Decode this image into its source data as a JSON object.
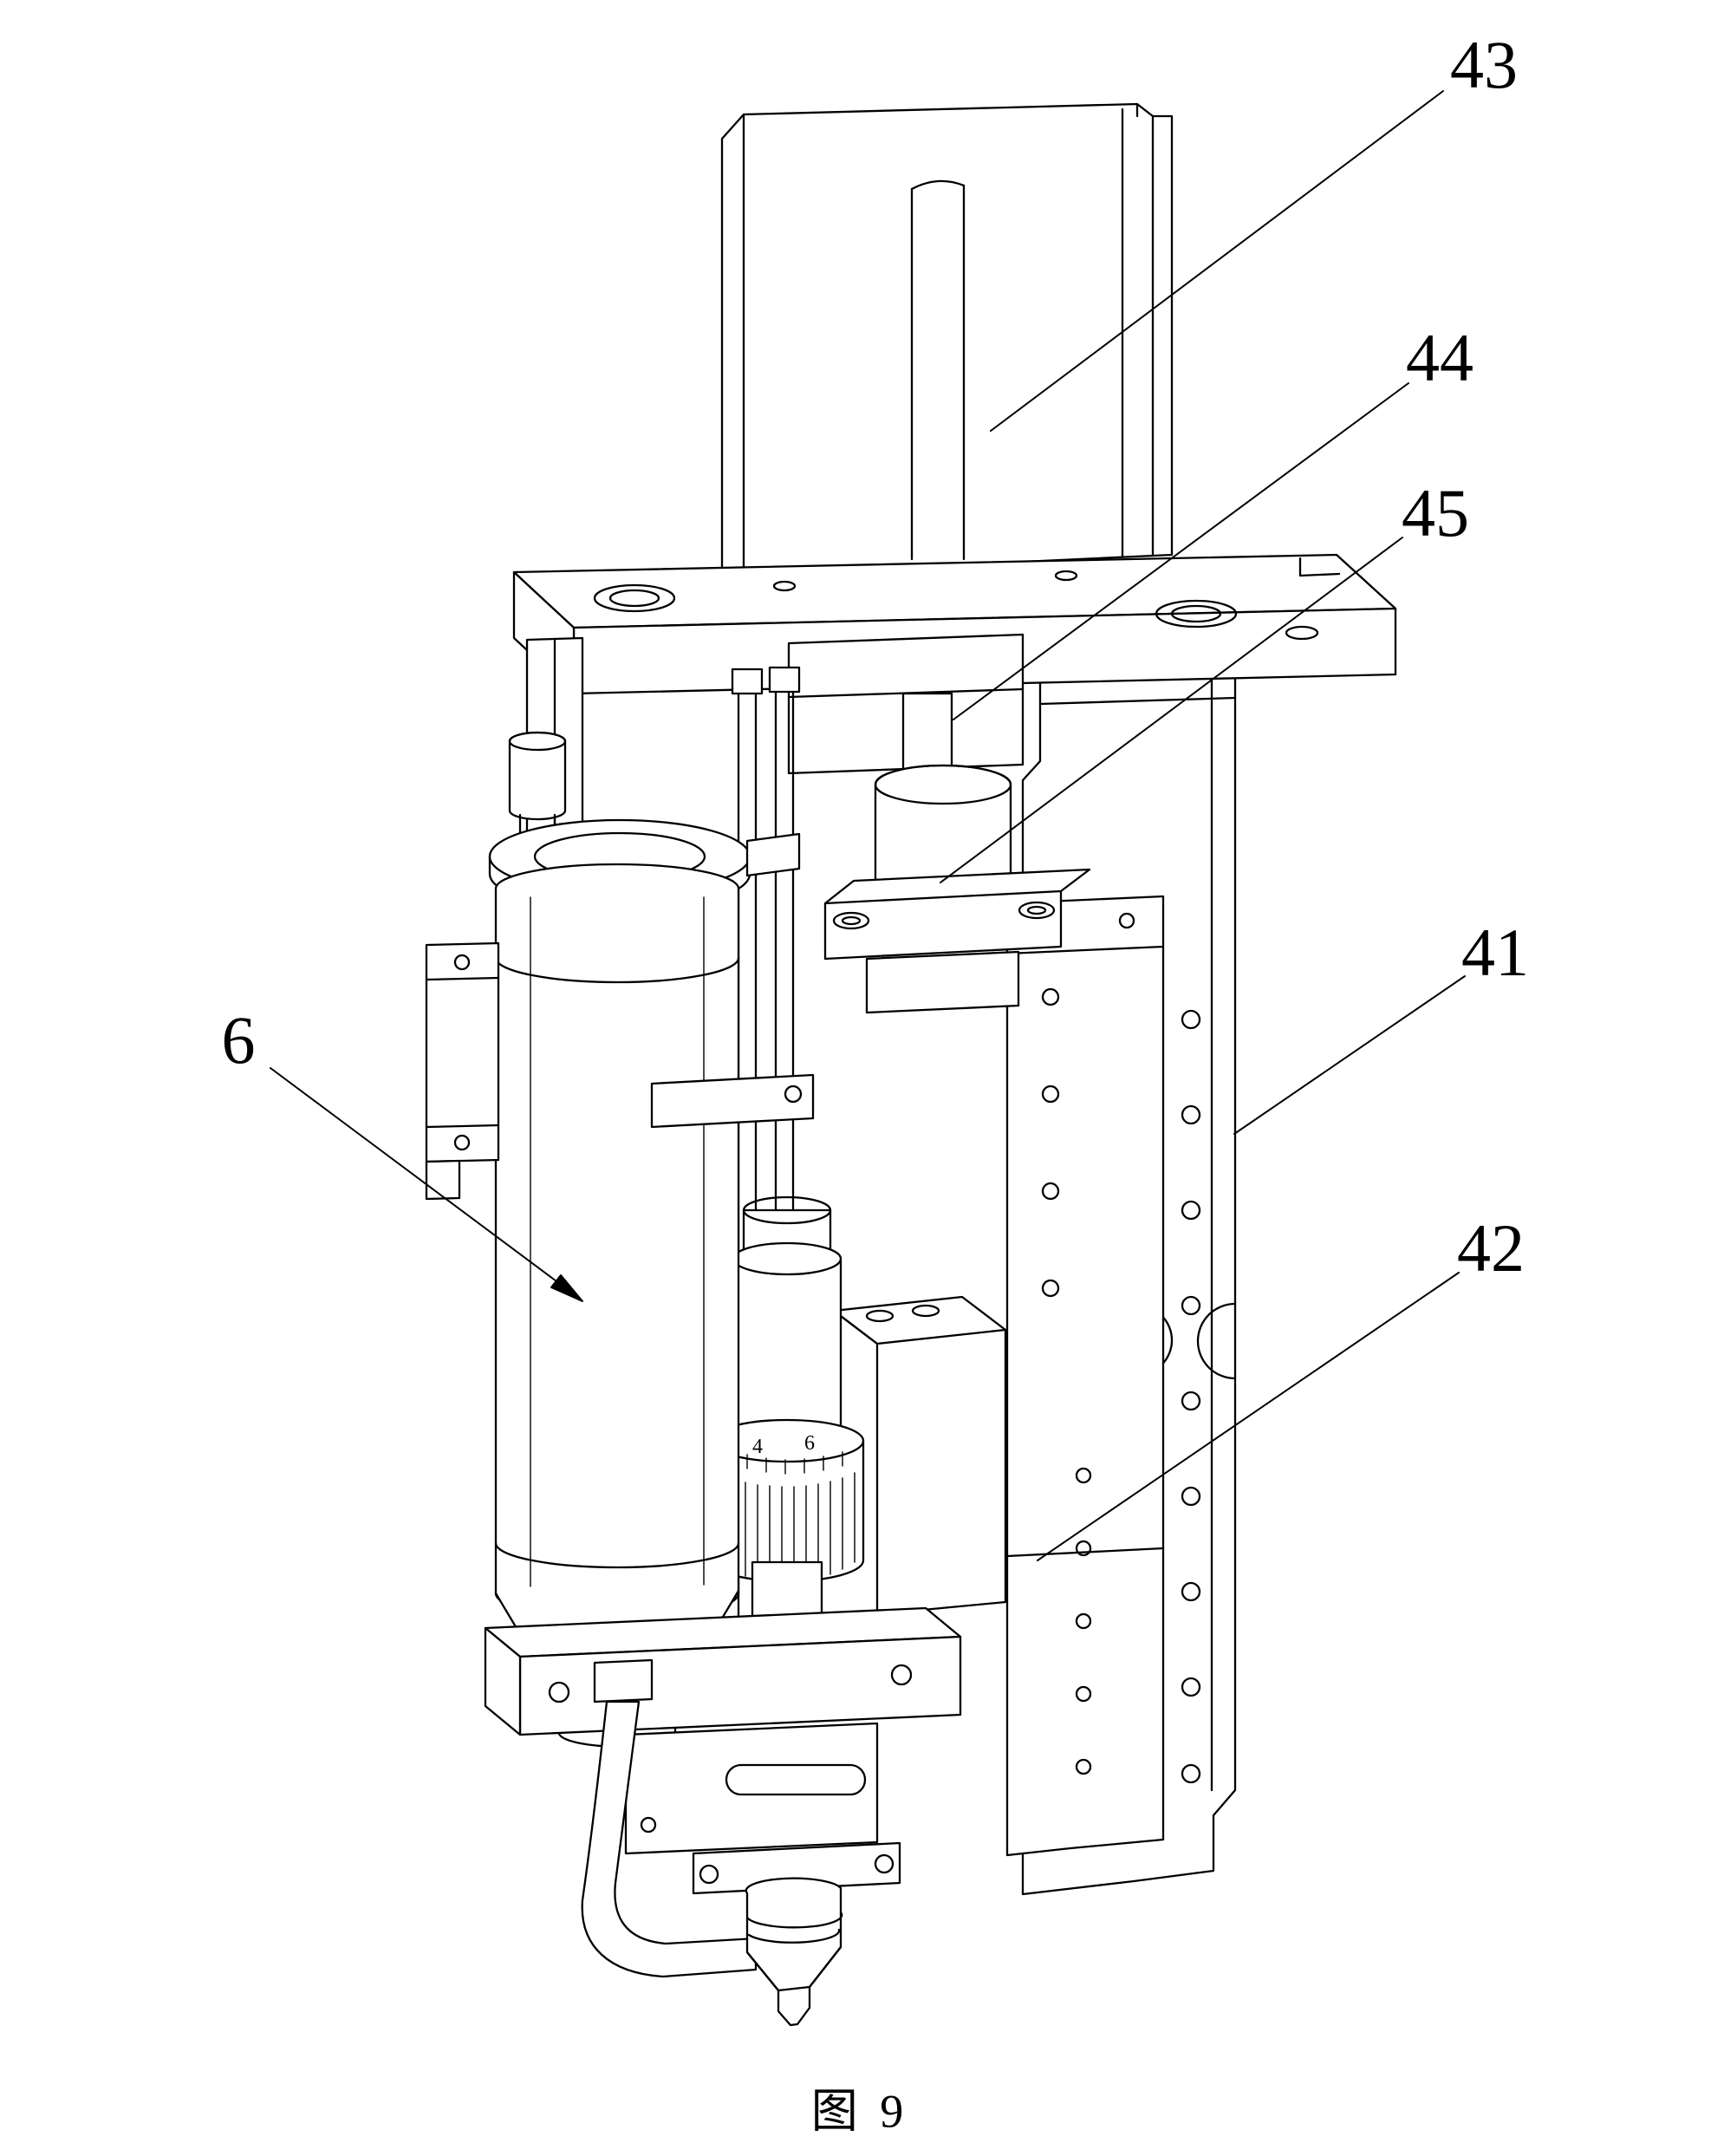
{
  "figure": {
    "caption": "图 9",
    "labels": {
      "l43": "43",
      "l44": "44",
      "l45": "45",
      "l41": "41",
      "l42": "42",
      "l6": "6"
    },
    "dial_marks": {
      "a": "4",
      "b": "6"
    },
    "line_color": "#000000",
    "background": "#ffffff"
  }
}
